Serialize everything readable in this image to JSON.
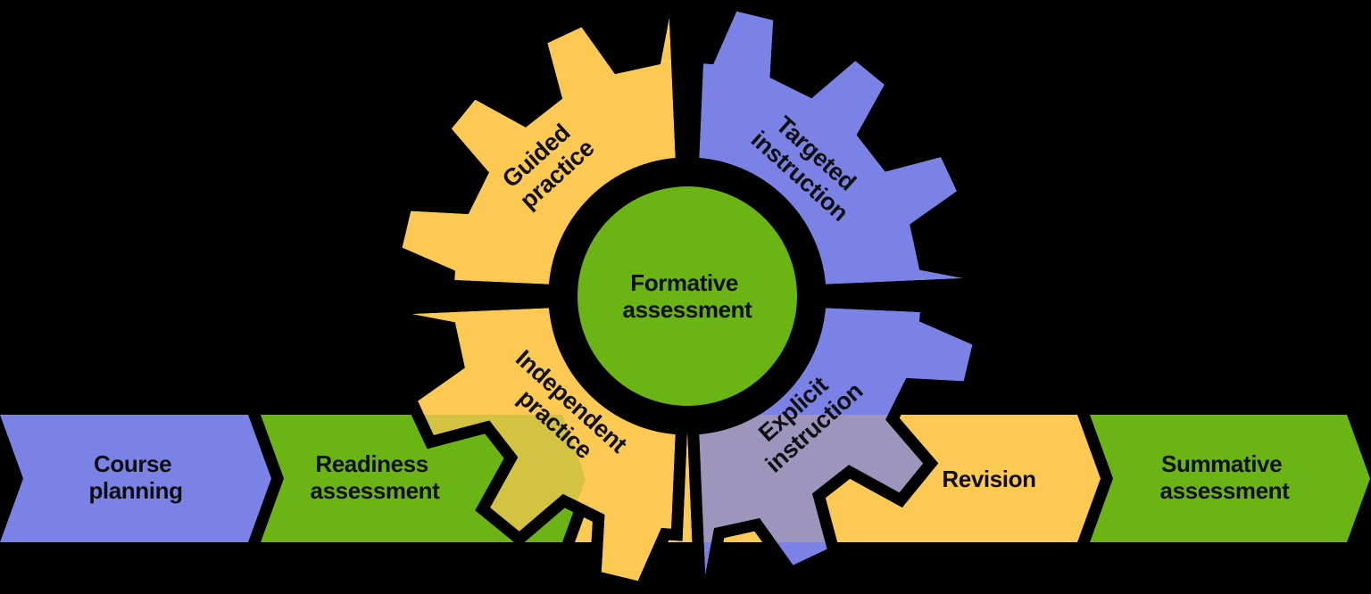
{
  "title": "Teaching and assessment cycle diagram",
  "colors": {
    "background": "#000000",
    "yellow": "#fcca52",
    "purple": "#7b82e5",
    "green": "#6ab414",
    "outline": "#000000",
    "text": "#0f0f0f"
  },
  "flow_arrows": [
    {
      "label": "Course planning",
      "lines": [
        "Course",
        "planning"
      ],
      "color_key": "purple"
    },
    {
      "label": "Readiness assessment",
      "lines": [
        "Readiness",
        "assessment"
      ],
      "color_key": "green"
    },
    {
      "label": "Revision",
      "lines": [
        "Revision"
      ],
      "color_key": "yellow"
    },
    {
      "label": "Summative assessment",
      "lines": [
        "Summative",
        "assessment"
      ],
      "color_key": "green"
    }
  ],
  "gears": [
    {
      "label": "Guided practice",
      "lines": [
        "Guided",
        "practice"
      ],
      "color_key": "yellow",
      "position": "top-left"
    },
    {
      "label": "Targeted instruction",
      "lines": [
        "Targeted",
        "instruction"
      ],
      "color_key": "purple",
      "position": "top-right"
    },
    {
      "label": "Independent practice",
      "lines": [
        "Independent",
        "practice"
      ],
      "color_key": "yellow",
      "position": "bottom-left"
    },
    {
      "label": "Explicit instruction",
      "lines": [
        "Explicit",
        "instruction"
      ],
      "color_key": "purple",
      "position": "bottom-right"
    }
  ],
  "center_circle": {
    "label": "Formative assessment",
    "lines": [
      "Formative",
      "assessment"
    ],
    "color_key": "green"
  }
}
